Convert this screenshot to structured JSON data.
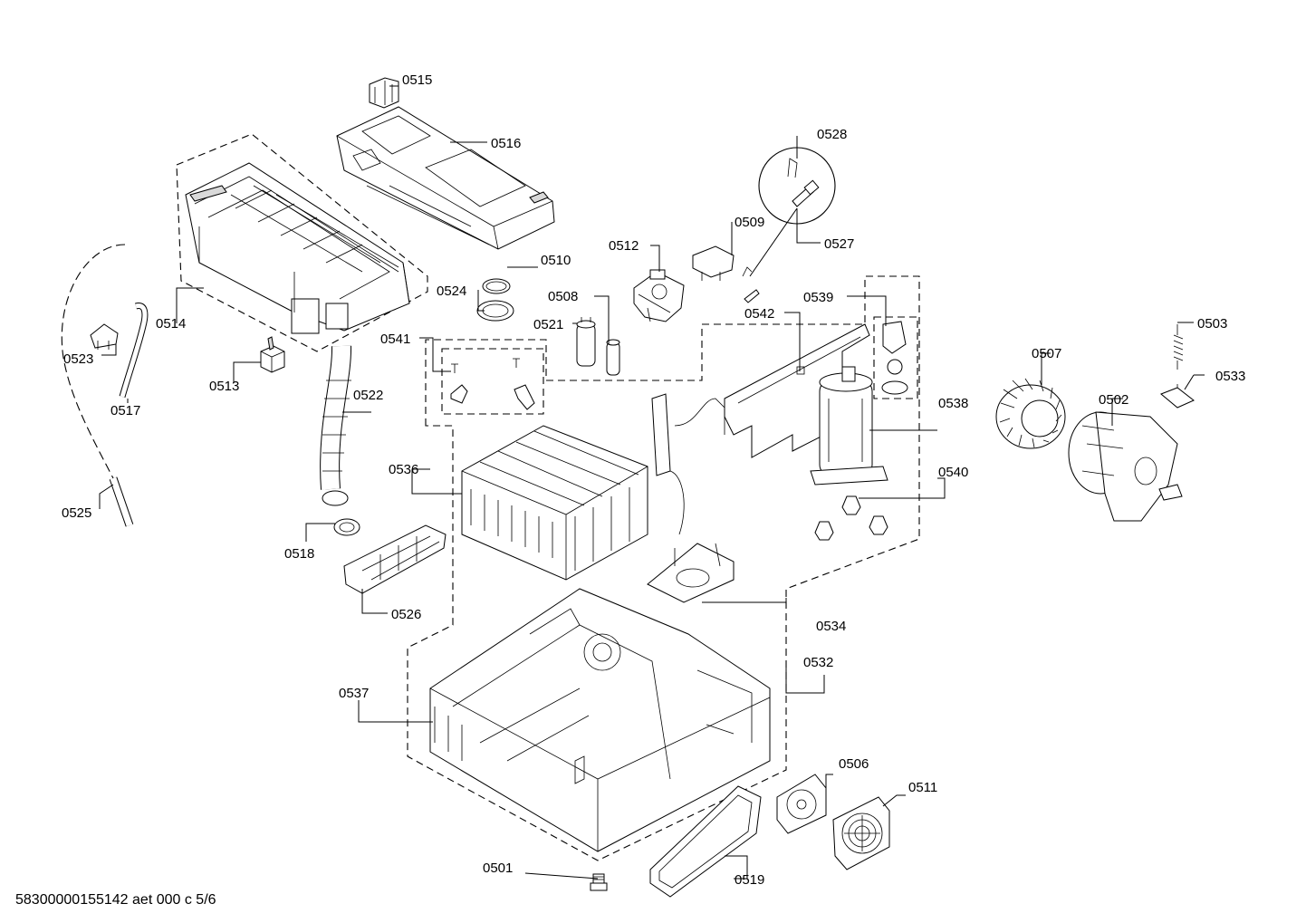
{
  "labels": {
    "p0501": "0501",
    "p0502": "0502",
    "p0503": "0503",
    "p0506": "0506",
    "p0507": "0507",
    "p0508": "0508",
    "p0509": "0509",
    "p0510": "0510",
    "p0511": "0511",
    "p0512": "0512",
    "p0513": "0513",
    "p0514": "0514",
    "p0515": "0515",
    "p0516": "0516",
    "p0517": "0517",
    "p0518": "0518",
    "p0519": "0519",
    "p0521": "0521",
    "p0522": "0522",
    "p0523": "0523",
    "p0524": "0524",
    "p0525": "0525",
    "p0526": "0526",
    "p0527": "0527",
    "p0528": "0528",
    "p0532": "0532",
    "p0533": "0533",
    "p0534": "0534",
    "p0536": "0536",
    "p0537": "0537",
    "p0538": "0538",
    "p0539": "0539",
    "p0540": "0540",
    "p0541": "0541",
    "p0542": "0542"
  },
  "footer": "58300000155142 aet 000 c 5/6"
}
